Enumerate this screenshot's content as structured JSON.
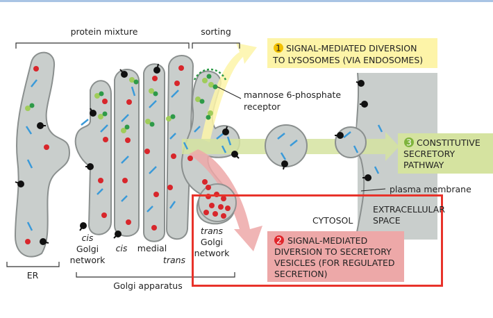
{
  "labels": {
    "protein_mixture": "protein mixture",
    "sorting": "sorting",
    "mannose_line1": "mannose 6-phosphate",
    "mannose_line2": "receptor",
    "plasma_membrane": "plasma membrane",
    "cytosol": "CYTOSOL",
    "extracellular_line1": "EXTRACELLULAR",
    "extracellular_line2": "SPACE",
    "cis_golgi": [
      "cis",
      "Golgi",
      "network"
    ],
    "cis": "cis",
    "medial": "medial",
    "trans": "trans",
    "trans_golgi": [
      "trans",
      "Golgi",
      "network"
    ],
    "er": "ER",
    "golgi_apparatus": "Golgi apparatus"
  },
  "pathways": [
    {
      "number": "1",
      "lines": [
        "SIGNAL-MEDIATED DIVERSION",
        "TO LYSOSOMES (VIA ENDOSOMES)"
      ],
      "color": "#fdf4a8",
      "badge_color": "#f2c000"
    },
    {
      "number": "2",
      "lines": [
        "SIGNAL-MEDIATED",
        "DIVERSION TO SECRETORY",
        "VESICLES (FOR REGULATED",
        "SECRETION)"
      ],
      "color": "#eda8a8",
      "badge_color": "#e0262b"
    },
    {
      "number": "3",
      "lines": [
        "CONSTITUTIVE",
        "SECRETORY",
        "PATHWAY"
      ],
      "color": "#d5e3a0",
      "badge_color": "#7fb43c"
    }
  ],
  "colors": {
    "highlight_box": "#e8322a",
    "organelle": "#c9cecc",
    "outline": "#8a8f8e"
  }
}
